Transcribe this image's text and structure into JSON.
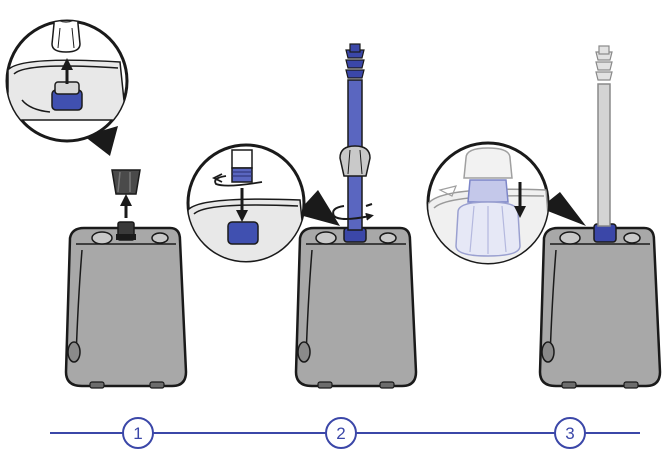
{
  "colors": {
    "accent": "#3b47a8",
    "accent_light": "#6a76c8",
    "device_fill": "#a8a8a8",
    "device_light": "#c9c9c9",
    "device_dark": "#7c7c7c",
    "outline": "#1a1a1a",
    "cap_dark": "#4a4a4a",
    "ghost_tube": "#cfcfcf"
  },
  "icons": [
    "arrow-up-icon",
    "arrow-down-icon",
    "rotate-icon",
    "magnifier-callout-icon"
  ],
  "steps": [
    {
      "number": "1"
    },
    {
      "number": "2"
    },
    {
      "number": "3"
    }
  ]
}
